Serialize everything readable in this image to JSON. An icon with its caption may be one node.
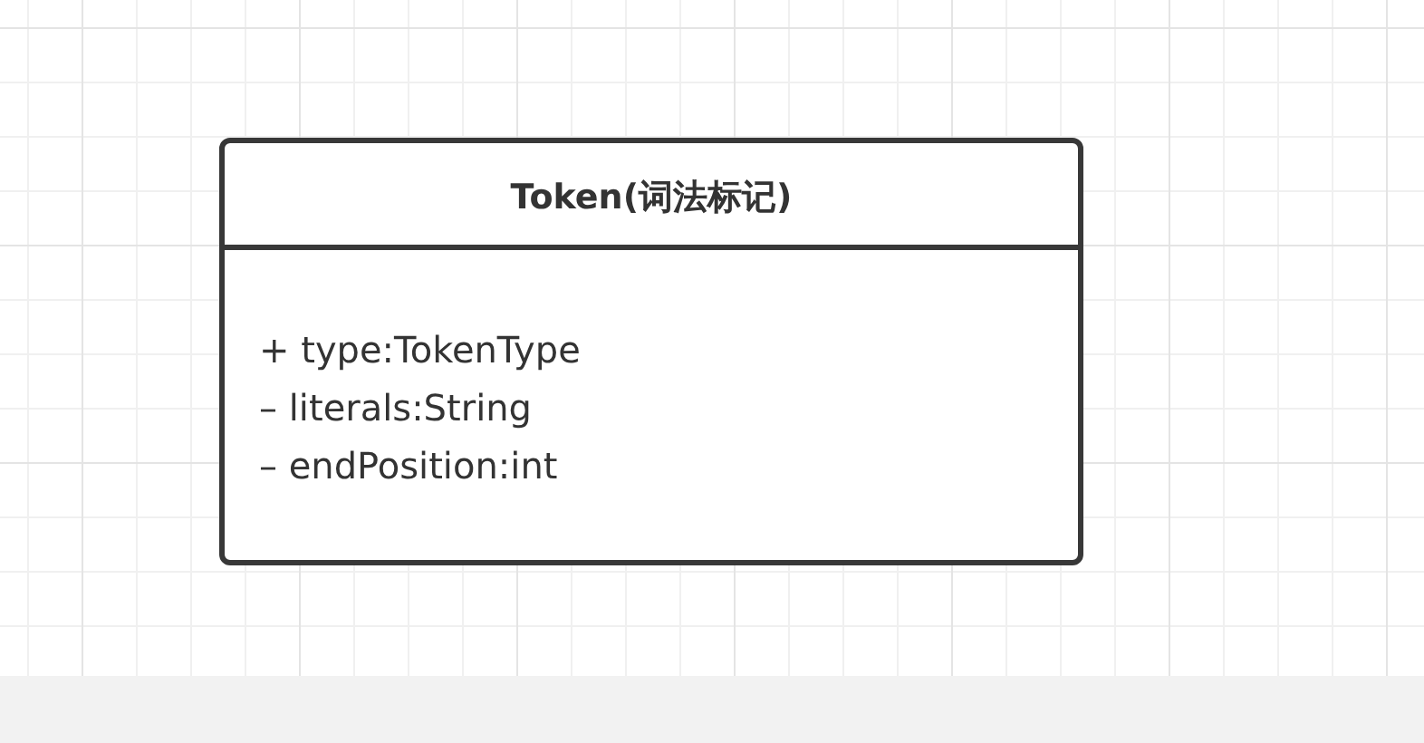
{
  "diagram": {
    "nodes": [
      {
        "text": [
          "Token(词法标记)",
          "+ type:TokenType",
          "– literals:String",
          "– endPosition:int"
        ]
      }
    ]
  }
}
